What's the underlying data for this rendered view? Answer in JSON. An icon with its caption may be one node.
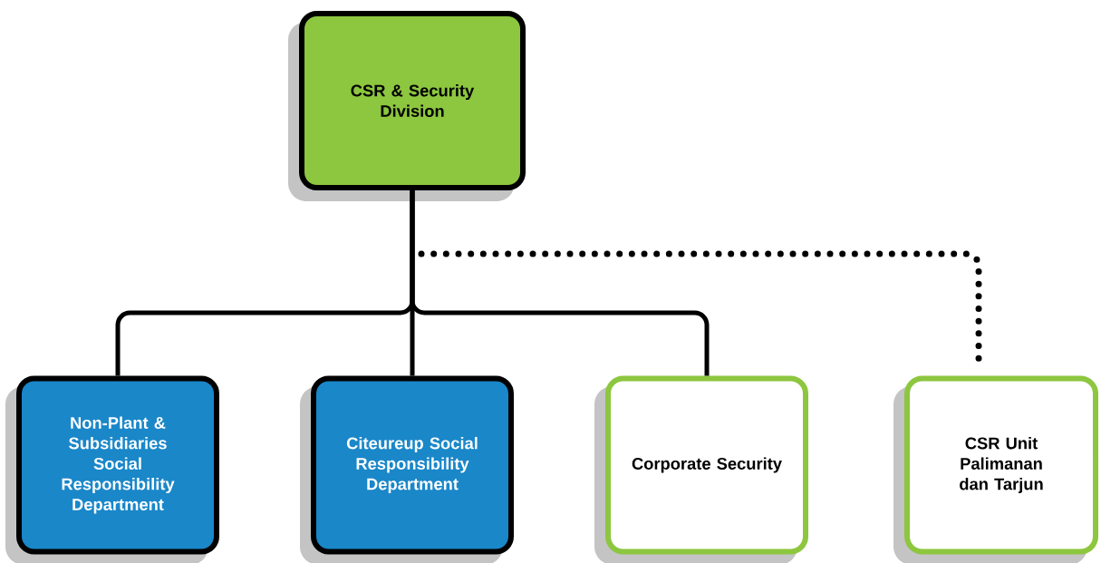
{
  "diagram": {
    "nodes": [
      {
        "text": [
          "CSR & Security Division"
        ]
      },
      {
        "text": [
          "Non-Plant & Subsidiaries Social Responsibility Department"
        ]
      },
      {
        "text": [
          "Citeureup Social Responsibility Department"
        ]
      },
      {
        "text": [
          "Corporate Security"
        ]
      },
      {
        "text": [
          "CSR Unit Palimanan dan Tarjun"
        ]
      }
    ],
    "edges": [
      {
        "from": 0,
        "to": 1,
        "arrow": "none"
      },
      {
        "from": 0,
        "to": 2,
        "arrow": "none"
      },
      {
        "from": 0,
        "to": 3,
        "arrow": "none"
      },
      {
        "from": 0,
        "to": 4,
        "arrow": "none",
        "style": "dashed"
      }
    ]
  }
}
